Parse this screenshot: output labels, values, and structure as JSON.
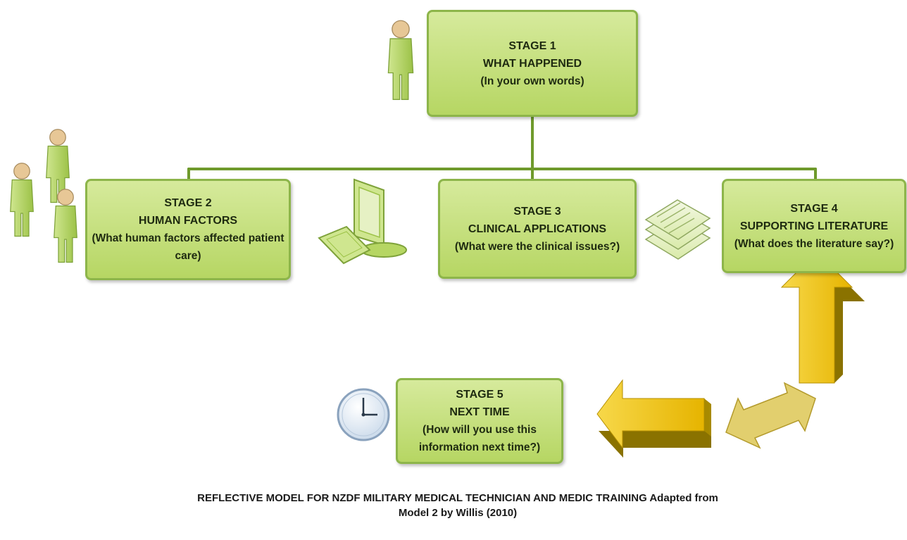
{
  "stages": [
    {
      "id": "stage1",
      "title": "STAGE 1",
      "heading": "WHAT HAPPENED",
      "description": "(In your own words)"
    },
    {
      "id": "stage2",
      "title": "STAGE 2",
      "heading": "HUMAN FACTORS",
      "description": "(What human factors affected patient care)"
    },
    {
      "id": "stage3",
      "title": "STAGE 3",
      "heading": "CLINICAL APPLICATIONS",
      "description": "(What were the clinical issues?)"
    },
    {
      "id": "stage4",
      "title": "STAGE 4",
      "heading": "SUPPORTING LITERATURE",
      "description": "(What does the literature say?)"
    },
    {
      "id": "stage5",
      "title": "STAGE 5",
      "heading": "NEXT TIME",
      "description": "(How will you use this information next time?)"
    }
  ],
  "caption": {
    "line1": "REFLECTIVE MODEL FOR NZDF MILITARY MEDICAL TECHNICIAN AND MEDIC TRAINING Adapted from",
    "line2": "Model 2 by Willis (2010)"
  },
  "colors": {
    "box_fill_top": "#d6ea9c",
    "box_fill_bottom": "#b6d663",
    "box_border": "#8db54a",
    "connector": "#6f9a2c",
    "arrow": "#f2c200"
  },
  "icons": [
    "person-icon",
    "people-group-icon",
    "computer-icon",
    "documents-icon",
    "clock-icon",
    "arrow-up-icon",
    "arrow-left-icon",
    "double-arrow-icon"
  ]
}
